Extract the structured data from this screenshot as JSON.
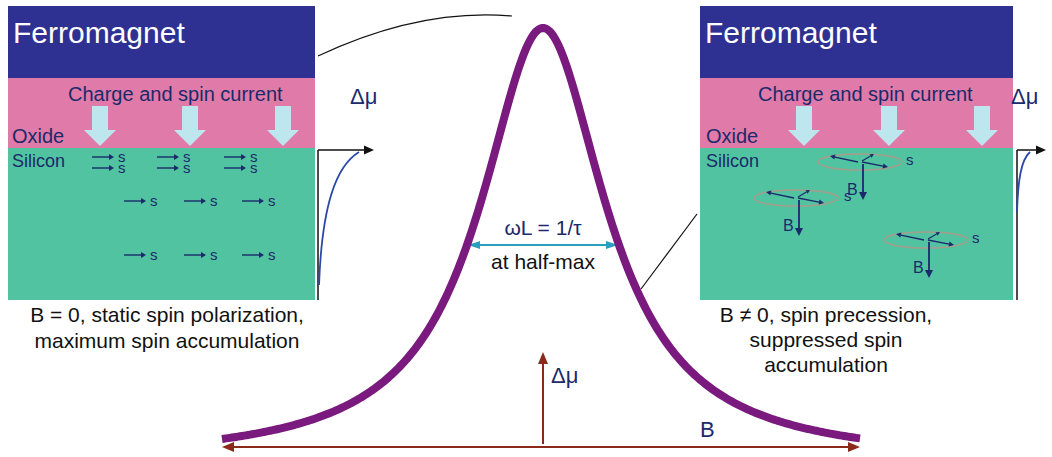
{
  "diagram": {
    "nodes": [
      {
        "text": [
          "Ferromagnet"
        ]
      },
      {
        "text": [
          "Charge and spin current",
          "Oxide"
        ]
      },
      {
        "text": [
          "Silicon",
          "s",
          "s",
          "s",
          "s",
          "s",
          "s",
          "s",
          "s",
          "s",
          "s",
          "s",
          "s"
        ]
      },
      {
        "text": [
          "Ferromagnet"
        ]
      },
      {
        "text": [
          "Charge and spin current",
          "Oxide"
        ]
      },
      {
        "text": [
          "Silicon",
          "s",
          "B",
          "s",
          "B",
          "s",
          "B"
        ]
      }
    ],
    "labels": [
      "Δμ",
      "B = 0, static spin polarization, maximum spin accumulation",
      "ωL = 1/τ",
      "at half-max",
      "Δμ",
      "B",
      "Δμ",
      "B ≠ 0, spin precession, suppressed spin accumulation"
    ]
  }
}
